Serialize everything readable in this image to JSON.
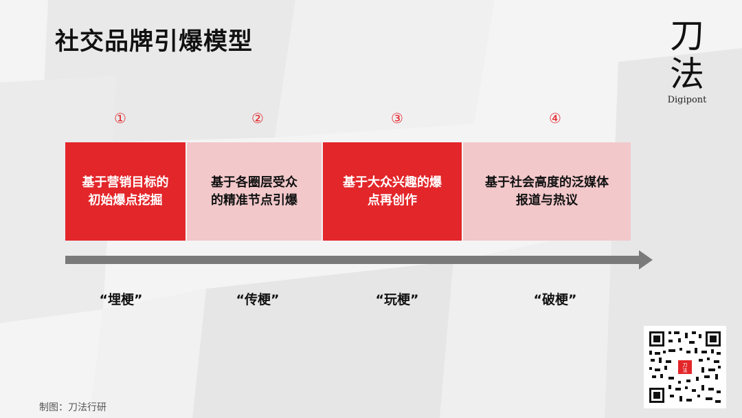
{
  "title": "社交品牌引爆模型",
  "logo": {
    "char1": "刀",
    "char2": "法",
    "en": "Digipont"
  },
  "steps": [
    {
      "num": "①",
      "line1": "基于营销目标的",
      "line2": "初始爆点挖掘",
      "stage": "“埋梗”",
      "style": "red"
    },
    {
      "num": "②",
      "line1": "基于各圈层受众",
      "line2": "的精准节点引爆",
      "stage": "“传梗”",
      "style": "pink"
    },
    {
      "num": "③",
      "line1": "基于大众兴趣的爆",
      "line2": "点再创作",
      "stage": "“玩梗”",
      "style": "red"
    },
    {
      "num": "④",
      "line1": "基于社会高度的泛媒体",
      "line2": "报道与热议",
      "stage": "“破梗”",
      "style": "pink"
    }
  ],
  "footer": "制图：刀法行研",
  "qr": {
    "center_char1": "刀",
    "center_char2": "法"
  },
  "colors": {
    "accent_red": "#e3262a",
    "light_pink": "#f2c8cb",
    "arrow_gray": "#7a7a7a"
  }
}
